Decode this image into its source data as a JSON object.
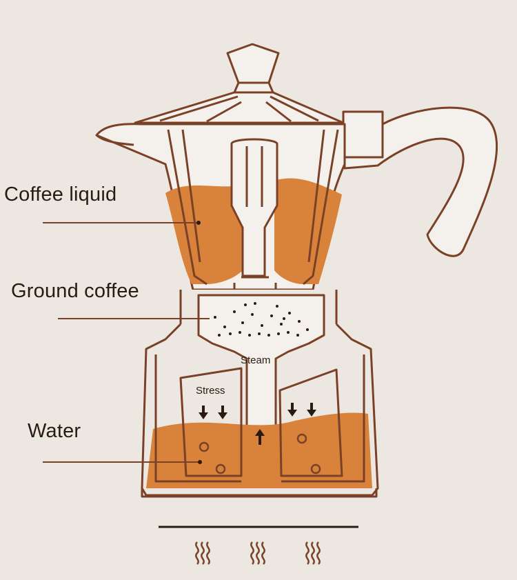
{
  "labels": {
    "coffee_liquid": "Coffee liquid",
    "ground_coffee": "Ground coffee",
    "water": "Water",
    "steam": "Steam",
    "stress": "Stress"
  },
  "colors": {
    "background": "#ece8e1",
    "outline": "#7a4126",
    "liquid": "#d9823c",
    "pot_fill": "#f4f1ec",
    "text": "#2a1b12"
  }
}
